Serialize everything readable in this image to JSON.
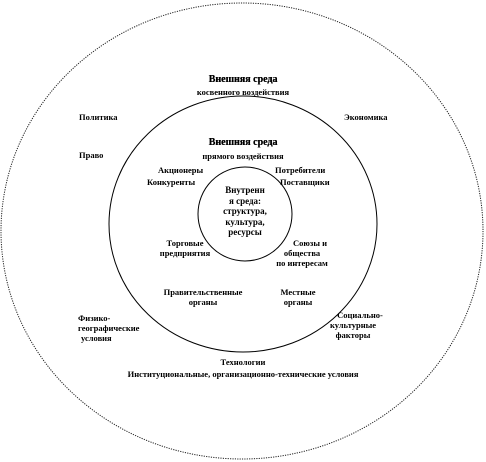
{
  "outer_ring": {
    "title": "Внешняя среда",
    "subtitle": "косвенного воздействия",
    "politics": "Политика",
    "law": "Право",
    "economy": "Экономика",
    "physgeo_line1": "Физико-",
    "physgeo_line2": "географические",
    "physgeo_line3": "условия",
    "social_line1": "Социально-",
    "social_line2": "культурные",
    "social_line3": "факторы",
    "technology": "Технологии",
    "institutional": "Институциональные, организационно-технические условия"
  },
  "middle_ring": {
    "title": "Внешняя среда",
    "subtitle": "прямого воздействия",
    "shareholders": "Акционеры",
    "competitors": "Конкуренты",
    "consumers": "Потребители",
    "suppliers": "Поставщики",
    "trade_line1": "Торговые",
    "trade_line2": "предприятия",
    "unions_line1": "Союзы и",
    "unions_line2": "общества",
    "unions_line3": "по интересам",
    "gov_line1": "Правительственные",
    "gov_line2": "органы",
    "local_line1": "Местные",
    "local_line2": "органы"
  },
  "inner_circle": {
    "line1": "Внутренн",
    "line2": "я среда:",
    "line3": "структура,",
    "line4": "культура,",
    "line5": "ресурсы"
  }
}
